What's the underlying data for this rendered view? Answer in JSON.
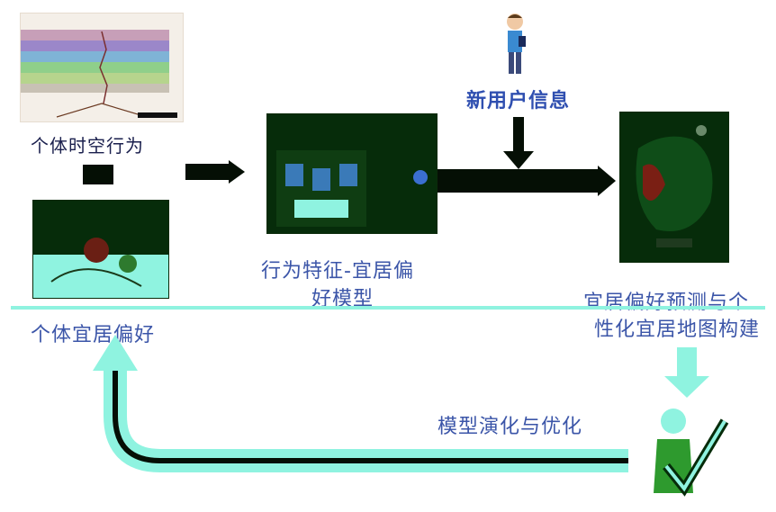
{
  "labels": {
    "individual_trajectory": "个体时空行为",
    "behavior_model": "行为特征-宜居偏好模型",
    "new_user_info": "新用户信息",
    "preference_prediction": "宜居偏好预测与个性化宜居地图构建",
    "individual_preference": "个体宜居偏好",
    "model_evolution": "模型演化与优化"
  },
  "colors": {
    "primary_blue": "#2f4fb0",
    "arrow_cyan": "#8ff3e0",
    "dark_green": "#062c0a",
    "arrow_black": "#050f05"
  },
  "icons": {
    "user": "user-with-phone-icon",
    "feedback": "person-checkmark-icon"
  }
}
